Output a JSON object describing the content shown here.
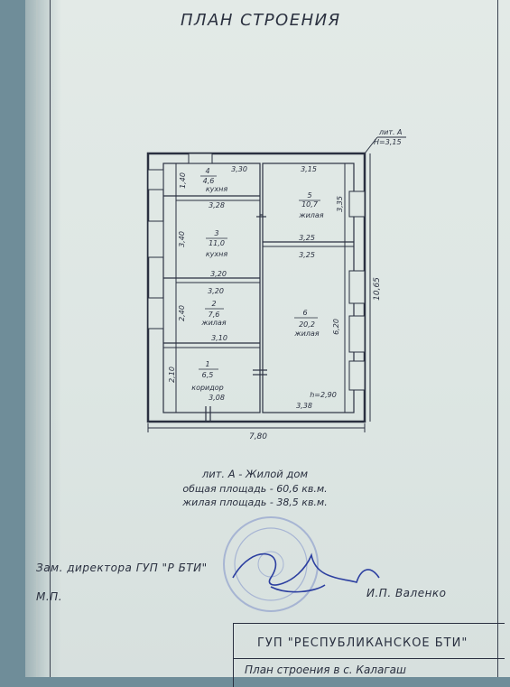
{
  "page_title": "ПЛАН СТРОЕНИЯ",
  "litera": {
    "label": "лит. А",
    "height": "H=3,15"
  },
  "rooms": [
    {
      "number": "4",
      "area": "4,6",
      "use": "кухня"
    },
    {
      "number": "3",
      "area": "11,0",
      "use": "кухня"
    },
    {
      "number": "2",
      "area": "7,6",
      "use": "жилая"
    },
    {
      "number": "1",
      "area": "6,5",
      "use": "коридор"
    },
    {
      "number": "5",
      "area": "10,7",
      "use": "жилая"
    },
    {
      "number": "6",
      "area": "20,2",
      "use": "жилая"
    }
  ],
  "dimensions": {
    "r4_top": "3,30",
    "r4_side": "1,40",
    "r4_bottom": "3,28",
    "r3_side": "3,40",
    "r3_bottom": "3,20",
    "r2_top": "3,20",
    "r2_side": "2,40",
    "r2_bottom": "3,10",
    "r1_side": "2,10",
    "r1_bottom": "3,08",
    "r5_top": "3,15",
    "r5_side": "3,35",
    "r5_bottom": "3,25",
    "r6_top": "3,25",
    "r6_side": "6,20",
    "r6_bottom": "3,38",
    "inner_height": "h=2,90",
    "overall_height": "10,65",
    "overall_width": "7,80"
  },
  "description": {
    "line1": "лит. А - Жилой дом",
    "line2": "общая площадь - 60,6 кв.м.",
    "line3": "жилая площадь - 38,5 кв.м."
  },
  "signature": {
    "role": "Зам. директора ГУП \"Р БТИ\"",
    "name": "И.П. Валенко",
    "stamp_place": "М.П."
  },
  "title_block": {
    "organization": "ГУП \"РЕСПУБЛИКАНСКОЕ БТИ\"",
    "document": "План строения в с. Калагаш"
  }
}
